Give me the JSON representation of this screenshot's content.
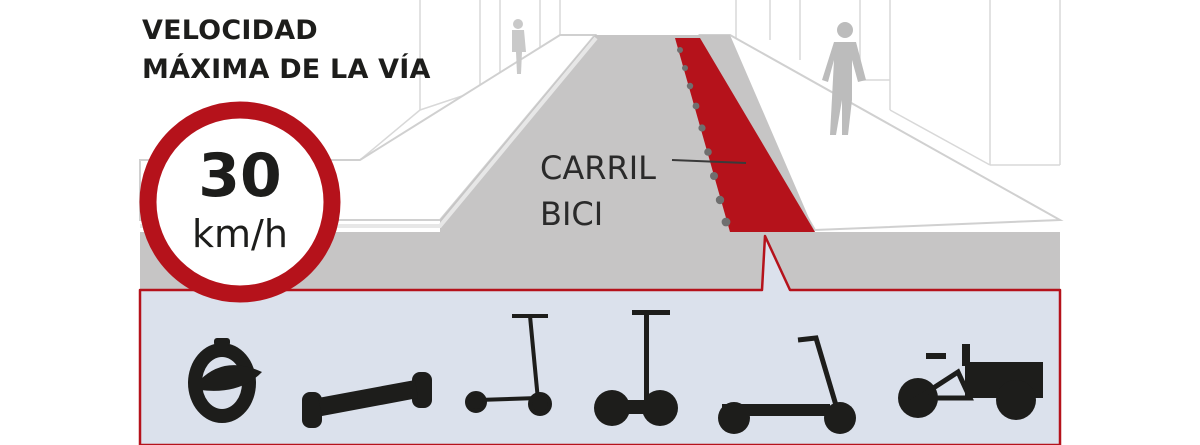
{
  "title": {
    "line1": "VELOCIDAD",
    "line2": "MÁXIMA DE LA VÍA"
  },
  "speed_sign": {
    "value": "30",
    "unit": "km/h"
  },
  "lane_label": {
    "line1": "CARRIL",
    "line2": "BICI"
  },
  "colors": {
    "bike_lane": "#b5121b",
    "road": "#c6c5c5",
    "sidewalk": "#ffffff",
    "vehicle_panel": "#dbe1ec",
    "icons": "#1d1d1b"
  },
  "vehicles": [
    "monowheel-icon",
    "hoverboard-icon",
    "kick-scooter-icon",
    "segway-icon",
    "electric-scooter-icon",
    "cargo-bike-icon"
  ]
}
